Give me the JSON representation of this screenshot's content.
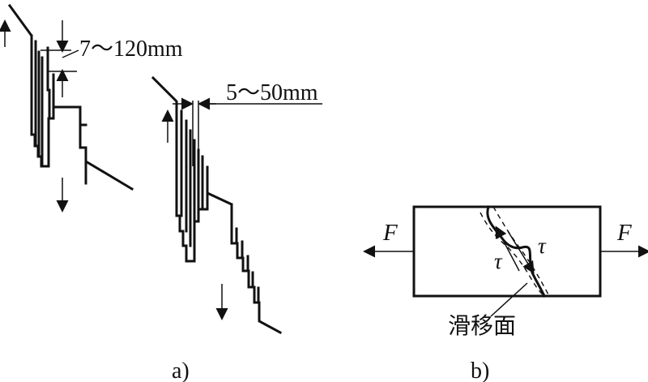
{
  "diagram": {
    "panel_a": {
      "dimension_1": "7～120mm",
      "dimension_2": "5～50mm",
      "caption": "a)"
    },
    "panel_b": {
      "force_left": "F",
      "force_right": "F",
      "shear_left": "τ",
      "shear_right": "τ",
      "slip_plane_label": "滑移面",
      "caption": "b)"
    }
  },
  "colors": {
    "ink": "#111111",
    "background": "#ffffff"
  }
}
